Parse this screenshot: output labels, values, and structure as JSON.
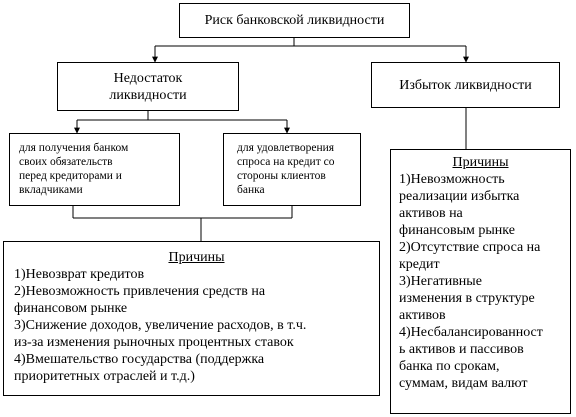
{
  "root": {
    "label": "Риск банковской ликвидности"
  },
  "shortage": {
    "title": "Недостаток\nликвидности",
    "purposes": [
      "для получения банком\nсвоих обязательств\nперед кредиторами и\nвкладчиками",
      "для удовлетворения\nспроса на кредит со\nстороны клиентов\nбанка"
    ],
    "reasons_heading": "Причины",
    "reasons": [
      "1)Невозврат кредитов",
      "2)Невозможность привлечения средств на",
      "финансовом рынке",
      "3)Снижение доходов, увеличение расходов, в т.ч.",
      "из-за изменения рыночных процентных ставок",
      "4)Вмешательство государства (поддержка",
      "приоритетных отраслей и т.д.)"
    ]
  },
  "surplus": {
    "title": "Избыток ликвидности",
    "reasons_heading": "Причины",
    "reasons": [
      "1)Невозможность",
      "реализации избытка",
      "активов на",
      "финансовым рынке",
      "2)Отсутствие спроса на",
      "кредит",
      "3)Негативные",
      "изменения в структуре",
      "активов",
      "4)Несбалансированност",
      "ь активов и пассивов",
      "банка по срокам,",
      "суммам, видам валют"
    ]
  }
}
